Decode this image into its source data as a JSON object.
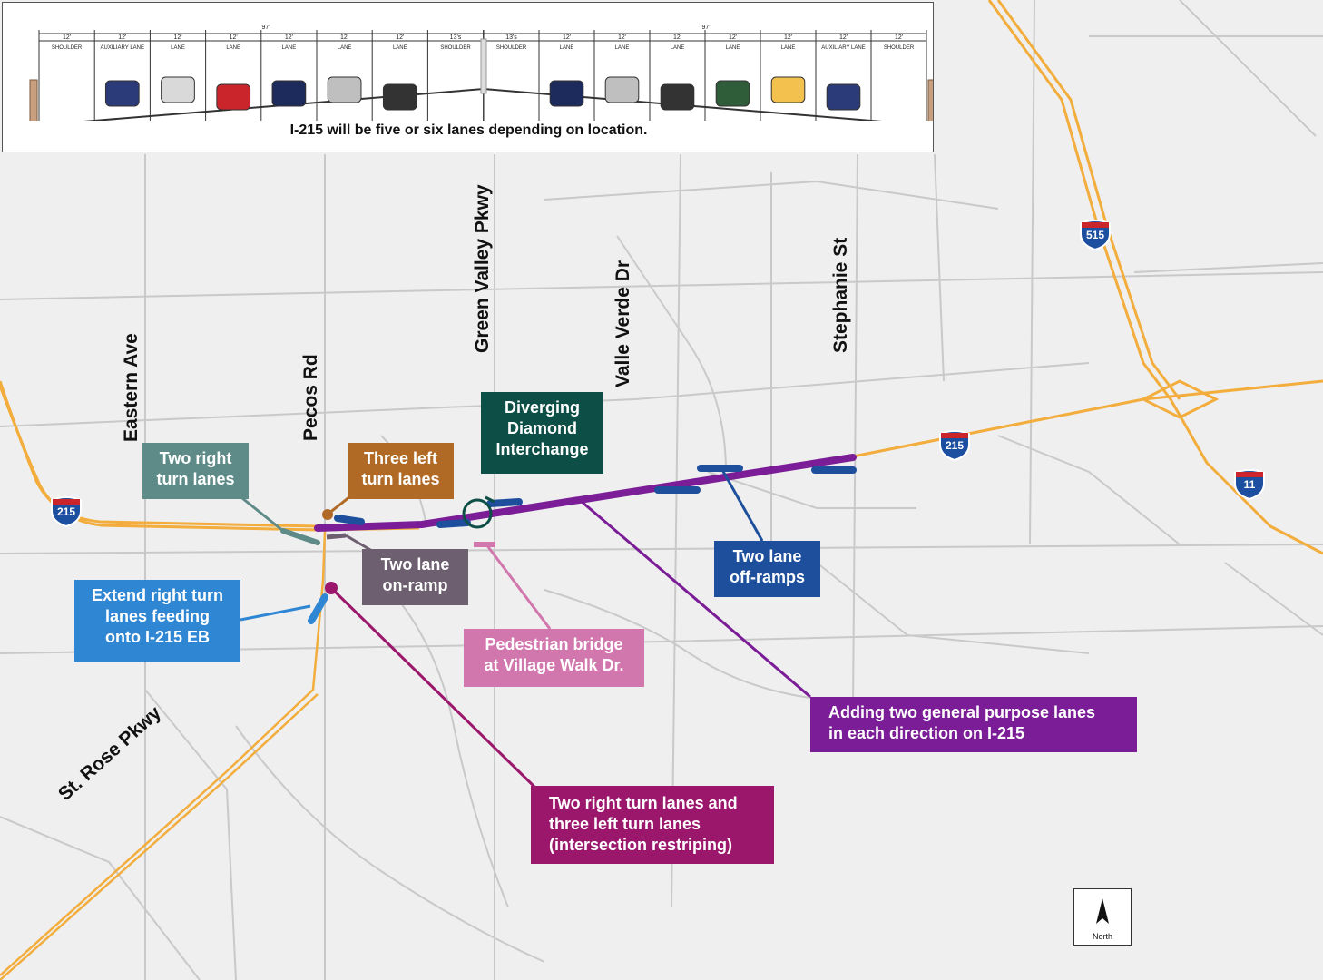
{
  "cross_section": {
    "caption": "I-215 will be five or six lanes depending on location.",
    "left_total": "97'",
    "right_total": "97'",
    "left_widths": [
      "12'",
      "12'",
      "12'",
      "12'",
      "12'",
      "12'",
      "12'",
      "13's"
    ],
    "left_lanes": [
      "SHOULDER",
      "AUXILIARY LANE",
      "LANE",
      "LANE",
      "LANE",
      "LANE",
      "LANE",
      "SHOULDER"
    ],
    "right_widths": [
      "13's",
      "12'",
      "12'",
      "12'",
      "12'",
      "12'",
      "12'",
      "12'"
    ],
    "right_lanes": [
      "SHOULDER",
      "LANE",
      "LANE",
      "LANE",
      "LANE",
      "LANE",
      "AUXILIARY LANE",
      "SHOULDER"
    ]
  },
  "roads": {
    "eastern": "Eastern Ave",
    "pecos": "Pecos Rd",
    "green_valley": "Green Valley Pkwy",
    "valle_verde": "Valle Verde Dr",
    "stephanie": "Stephanie St",
    "st_rose": "St. Rose Pkwy"
  },
  "shields": {
    "i215_west": "215",
    "i215_east": "215",
    "i515": "515",
    "i11": "11"
  },
  "callouts": {
    "two_right": {
      "lines": [
        "Two right",
        "turn lanes"
      ],
      "color": "#5e8b87"
    },
    "three_left": {
      "lines": [
        "Three left",
        "turn lanes"
      ],
      "color": "#b06a25"
    },
    "ddi": {
      "lines": [
        "Diverging",
        "Diamond",
        "Interchange"
      ],
      "color": "#0d4f46"
    },
    "on_ramp": {
      "lines": [
        "Two lane",
        "on-ramp"
      ],
      "color": "#6d5f70"
    },
    "off_ramps": {
      "lines": [
        "Two lane",
        "off-ramps"
      ],
      "color": "#1e4f9c"
    },
    "extend": {
      "lines": [
        "Extend right turn",
        "lanes feeding",
        "onto I-215 EB"
      ],
      "color": "#2f86d3"
    },
    "ped_bridge": {
      "lines": [
        "Pedestrian bridge",
        "at Village Walk Dr."
      ],
      "color": "#d177ad"
    },
    "gp_lanes": {
      "lines": [
        "Adding two general purpose lanes",
        "in each direction on I-215"
      ],
      "color": "#7a1d96"
    },
    "restripe": {
      "lines": [
        "Two right turn lanes and",
        "three left turn lanes",
        "(intersection restriping)"
      ],
      "color": "#9b176c"
    }
  },
  "north_arrow": {
    "label": "North"
  }
}
